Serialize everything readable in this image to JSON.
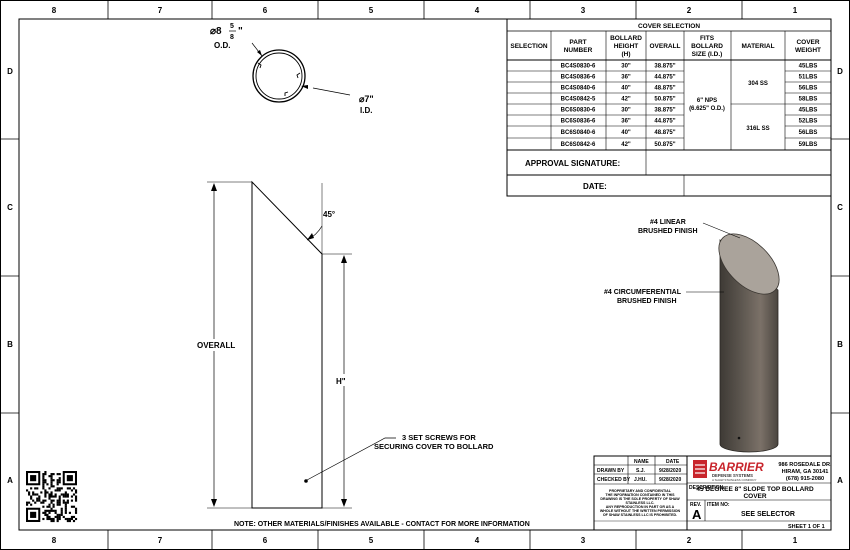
{
  "zones": {
    "columns": [
      "8",
      "7",
      "6",
      "5",
      "4",
      "3",
      "2",
      "1"
    ],
    "rows": [
      "D",
      "C",
      "B",
      "A"
    ]
  },
  "cover_selection": {
    "title": "COVER SELECTION",
    "headers": {
      "selection": "SELECTION",
      "part_number": [
        "PART",
        "NUMBER"
      ],
      "bollard_height": [
        "BOLLARD",
        "HEIGHT",
        "(H)"
      ],
      "overall": "OVERALL",
      "fits": [
        "FITS",
        "BOLLARD",
        "SIZE (I.D.)"
      ],
      "material": "MATERIAL",
      "cover_weight": [
        "COVER",
        "WEIGHT"
      ]
    },
    "rows": [
      {
        "part": "BC4S0830-6",
        "height": "30\"",
        "overall": "38.875\"",
        "weight": "45LBS"
      },
      {
        "part": "BC4S0836-6",
        "height": "36\"",
        "overall": "44.875\"",
        "weight": "51LBS"
      },
      {
        "part": "BC4S0840-6",
        "height": "40\"",
        "overall": "48.875\"",
        "weight": "56LBS"
      },
      {
        "part": "BC4S0842-5",
        "height": "42\"",
        "overall": "50.875\"",
        "weight": "58LBS"
      },
      {
        "part": "BC6S0830-6",
        "height": "30\"",
        "overall": "38.875\"",
        "weight": "45LBS"
      },
      {
        "part": "BC6S0836-6",
        "height": "36\"",
        "overall": "44.875\"",
        "weight": "52LBS"
      },
      {
        "part": "BC6S0840-6",
        "height": "40\"",
        "overall": "48.875\"",
        "weight": "56LBS"
      },
      {
        "part": "BC6S0842-6",
        "height": "42\"",
        "overall": "50.875\"",
        "weight": "59LBS"
      }
    ],
    "fits": [
      "6\" NPS",
      "(6.625\" O.D.)"
    ],
    "materials": [
      "304 SS",
      "316L SS"
    ],
    "approval_label": "APPROVAL SIGNATURE:",
    "date_label": "DATE:"
  },
  "top_view": {
    "od_symbol": "⌀8",
    "od_frac_num": "5",
    "od_frac_den": "8",
    "od_tail": "\"",
    "od_label": "O.D.",
    "id_value": "⌀7\"",
    "id_label": "I.D."
  },
  "side_view": {
    "angle": "45°",
    "overall_label": "OVERALL",
    "h_label": "H\"",
    "screws_note": [
      "3 SET SCREWS FOR",
      "SECURING COVER TO BOLLARD"
    ]
  },
  "iso_view": {
    "finish_top": [
      "#4 LINEAR",
      "BRUSHED FINISH"
    ],
    "finish_body": [
      "#4 CIRCUMFERENTIAL",
      "BRUSHED FINISH"
    ]
  },
  "bottom_note": "NOTE: OTHER MATERIALS/FINISHES AVAILABLE - CONTACT FOR MORE INFORMATION",
  "title_block": {
    "name_hdr": "NAME",
    "date_hdr": "DATE",
    "drawn_by_label": "DRAWN BY",
    "drawn_by": "S.J.",
    "drawn_date": "9/28/2020",
    "checked_by_label": "CHECKED BY",
    "checked_by": "J.HU.",
    "checked_date": "9/28/2020",
    "proprietary": [
      "PROPRIETARY AND CONFIDENTIAL",
      "THE INFORMATION CONTAINED IN THIS",
      "DRAWING IS THE SOLE PROPERTY OF SHAW",
      "STAINLESS LLC.",
      "ANY REPRODUCTION IN PART OR AS A",
      "WHOLE WITHOUT THE WRITTEN PERMISSION",
      "OF SHAW STAINLESS LLC IS PROHIBITED."
    ],
    "company": "BARRIER",
    "company_sub": "DEFENSE SYSTEMS",
    "company_tag": "A SHAW STAINLESS COMPANY",
    "address": [
      "986 ROSEDALE DR.",
      "HIRAM, GA 30141",
      "(678) 915-2080"
    ],
    "description_label": "DESCRIPTION:",
    "description": [
      "45 DEGREE 8\" SLOPE TOP BOLLARD",
      "COVER"
    ],
    "rev_label": "REV.",
    "rev": "A",
    "item_label": "ITEM NO:",
    "item": "SEE SELECTOR",
    "sheet": "SHEET 1 OF 1"
  },
  "colors": {
    "cover_dark": "#4e4943",
    "cover_light": "#948a80",
    "top_face": "#aaa39b",
    "logo_red": "#c8252c"
  }
}
